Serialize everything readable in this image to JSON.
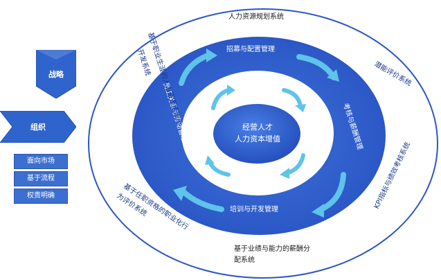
{
  "colors": {
    "outer_ring_stroke": "#2a56c6",
    "middle_ring": "#2e5fd0",
    "inner_ring": "#ffffff",
    "center": "#2a5bc8",
    "arrow_cyan": "#5fc3ea",
    "left_blue": "#2f64cc"
  },
  "left_panel": {
    "strategy": "战略",
    "organization": "组织",
    "items": [
      "面向市场",
      "基于流程",
      "权责明确"
    ]
  },
  "center": {
    "line1": "经营人才",
    "line2": "人力资本增值"
  },
  "middle_ring": {
    "top": "招募与配置管理",
    "right": "考核与薪酬管理",
    "bottom": "培训与开发管理",
    "left": "员工关系与劳动管理"
  },
  "outer_ring": {
    "top": "人力资源规划系统",
    "top_right": "潜能评价系统",
    "right": "KPI指标与绩效考核系统",
    "bottom": [
      "基于业绩与能力的薪酬分",
      "配系统"
    ],
    "bottom_left": [
      "基于任职资格的职业化行",
      "为评价系统"
    ],
    "top_left": [
      "基于职业生涯的人力资源培训与",
      "开发系统"
    ]
  },
  "icons": {
    "cycle_arrow": "curved-arrow-icon"
  }
}
